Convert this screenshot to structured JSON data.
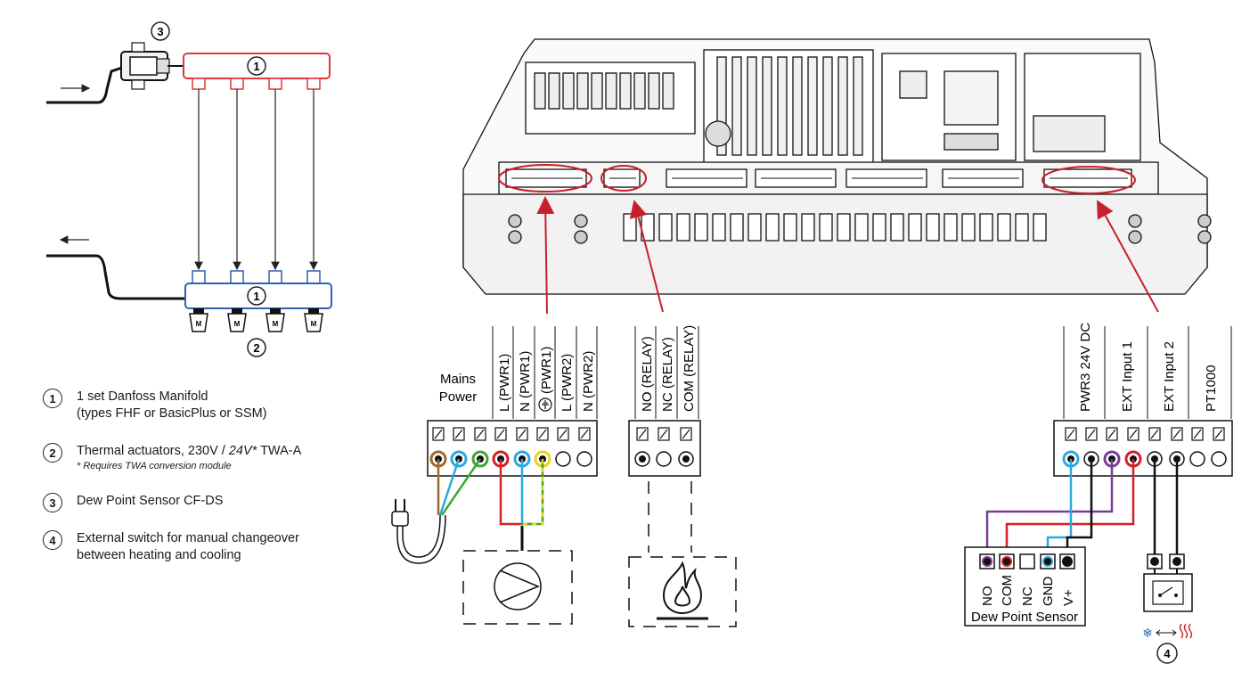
{
  "manifold": {
    "actuator_letter": "M",
    "callouts": [
      "1",
      "1",
      "2",
      "3"
    ]
  },
  "legend": [
    {
      "num": "1",
      "lines": [
        "1 set Danfoss Manifold",
        "(types FHF or BasicPlus or SSM)"
      ],
      "note": ""
    },
    {
      "num": "2",
      "line_plain": "Thermal actuators, 230V / ",
      "line_italic": "24V*",
      "line_tail": " TWA-A",
      "note": "* Requires TWA conversion module"
    },
    {
      "num": "3",
      "lines": [
        "Dew Point Sensor CF-DS"
      ],
      "note": ""
    },
    {
      "num": "4",
      "lines": [
        "External switch for manual changeover",
        "between heating and cooling"
      ],
      "note": ""
    }
  ],
  "mains": {
    "title_line1": "Mains",
    "title_line2": "Power",
    "terminals": [
      "L (PWR1)",
      "N (PWR1)",
      "(PWR1)",
      "L (PWR2)",
      "N (PWR2)"
    ]
  },
  "relay": {
    "terminals": [
      "NO (RELAY)",
      "NC (RELAY)",
      "COM (RELAY)"
    ]
  },
  "inputs": {
    "terminals": [
      "PWR3 24V DC",
      "EXT Input 1",
      "EXT Input 2",
      "PT1000"
    ]
  },
  "dew_point_sensor": {
    "pins": [
      "NO",
      "COM",
      "NC",
      "GND",
      "V+"
    ],
    "label": "Dew Point Sensor"
  },
  "switch": {
    "callout": "4"
  },
  "wire_colors": {
    "brown": "#9c6b2e",
    "blue": "#2aa9e0",
    "green": "#3fa535",
    "red": "#d42027",
    "yellow": "#e8d31a",
    "purple": "#7c3b96",
    "black": "#111111",
    "manifold_red": "#e0353b",
    "manifold_blue": "#3060b0",
    "highlight": "#c8202a"
  }
}
